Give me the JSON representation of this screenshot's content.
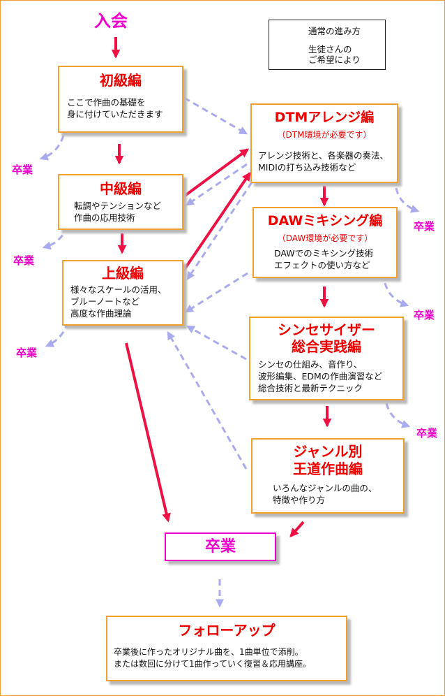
{
  "start": {
    "label": "入会"
  },
  "legend": {
    "normal": "通常の進み方",
    "optional_line1": "生徒さんの",
    "optional_line2": "ご希望により"
  },
  "boxes": {
    "shokyu": {
      "title": "初級編",
      "lines": [
        "ここで作曲の基礎を",
        "身に付けていただきます"
      ]
    },
    "chukyu": {
      "title": "中級編",
      "lines": [
        "転調やテンションなど",
        "作曲の応用技術"
      ]
    },
    "jokyu": {
      "title": "上級編",
      "lines": [
        "様々なスケールの活用、",
        "ブルーノートなど",
        "高度な作曲理論"
      ]
    },
    "dtm": {
      "title": "DTMアレンジ編",
      "subtitle": "（DTM環境が必要です）",
      "lines": [
        "アレンジ技術と、各楽器の奏法、",
        "MIDIの打ち込み技術など"
      ]
    },
    "daw": {
      "title": "DAWミキシング編",
      "subtitle": "（DAW環境が必要です）",
      "lines": [
        "DAWでのミキシング技術",
        "エフェクトの使い方など"
      ]
    },
    "synth": {
      "title_line1": "シンセサイザー",
      "title_line2": "総合実践編",
      "lines": [
        "シンセの仕組み、音作り、",
        "波形編集、EDMの作曲演習など",
        "総合技術と最新テクニック"
      ]
    },
    "genre": {
      "title_line1": "ジャンル別",
      "title_line2": "王道作曲編",
      "lines": [
        "いろんなジャンルの曲の、",
        "特徴や作り方"
      ]
    },
    "follow": {
      "title": "フォローアップ",
      "lines": [
        "卒業後に作ったオリジナル曲を、1曲単位で添削。",
        "または数回に分けて1曲作っていく復習＆応用講座。"
      ]
    }
  },
  "graduate_label": "卒業",
  "final_label": "卒業",
  "colors": {
    "solid_arrow": "#ee1144",
    "dashed_arrow": "#aaaaee",
    "box_border": "#f0a030",
    "title": "#ee0000",
    "graduate": "#ee00cc"
  }
}
